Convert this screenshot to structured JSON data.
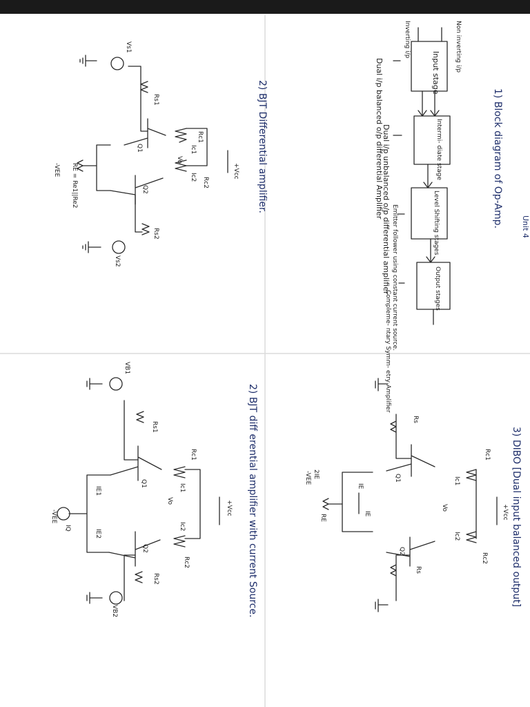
{
  "page": {
    "unit": "Unit 4",
    "headings": {
      "block_diagram": "1) Block diagram of Op-Amp.",
      "bjt_diff": "2) BJT Differential amplifier.",
      "dibo": "3) DIBO [Dual input balanced output]",
      "bjt_cs": "2) BJT diff erential amplifier with current Source."
    },
    "block_diagram": {
      "inputs": {
        "noninverting": "Non inverting i/p",
        "inverting": "Inverting i/p"
      },
      "blocks": [
        "Input stage",
        "Intermi- diate stage",
        "Level Shifting stages",
        "Output stages"
      ],
      "notes": [
        "Dual i/p balanced o/p differential Amplifier",
        "Dual i/p unbalanced o/p differential amplifier",
        "Emitter follower using constant current source.",
        "Compleme- ntary Symm- etry Amplifier"
      ]
    },
    "bjt_diff_circuit": {
      "vcc": "+Vcc",
      "rc1": "Rc1",
      "rc2": "Rc2",
      "ic1": "Ic1",
      "ic2": "Ic2",
      "vo": "Vo",
      "q1": "Q1",
      "q2": "Q2",
      "rs1": "Rs1",
      "rs2": "Rs2",
      "vs1": "Vs1",
      "vs2": "Vs2",
      "re": "RE = Re1||Re2",
      "vee": "-VEE"
    },
    "dibo_circuit": {
      "vcc": "+Vcc",
      "rc1": "Rc1",
      "rc2": "Rc2",
      "ic1": "Ic1",
      "ic2": "Ic2",
      "vo": "Vo",
      "q1": "Q1",
      "q2": "Q2",
      "rs": "Rs",
      "rs2": "Rs",
      "ie1": "IE",
      "ie2": "IE",
      "re": "RE",
      "ie_total": "2IE",
      "vee": "-VEE"
    },
    "cs_circuit": {
      "vcc": "+Vcc",
      "rc1": "Rc1",
      "rc2": "Rc2",
      "ic1": "Ic1",
      "ic2": "Ic2",
      "vo": "Vo",
      "q1": "Q1",
      "q2": "Q2",
      "rs1": "Rs1",
      "rs2": "Rs2",
      "vb1": "VB1",
      "vb2": "VB2",
      "ie1": "IE1",
      "ie2": "IE2",
      "iq": "IQ",
      "vee": "-VEE"
    }
  }
}
